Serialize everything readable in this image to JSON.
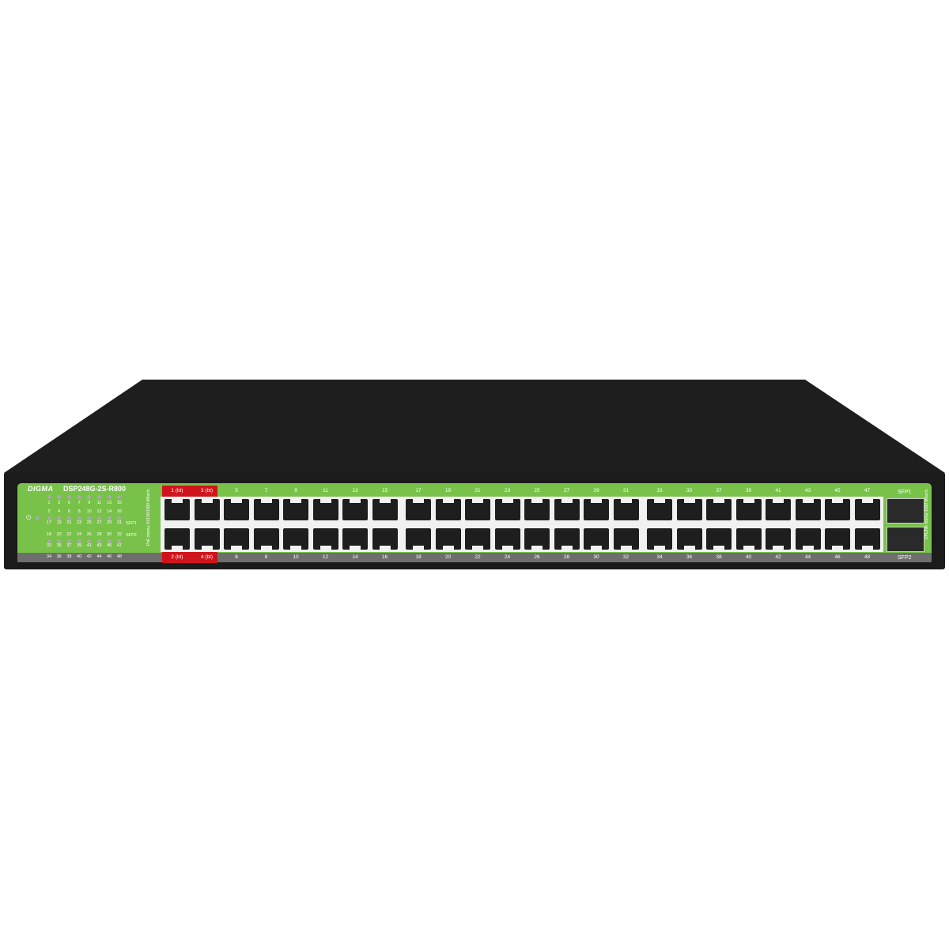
{
  "device": {
    "brand": "DIGMA",
    "model": "DSP248G-2S-R800",
    "poe_ports_label": "PoE порты 10/100/1000 Мбит/с",
    "uplink_ports_label": "UPLINK порты 1000 Мбит/с",
    "top_labels": [
      "1 (bt)",
      "3 (bt)",
      "5",
      "7",
      "9",
      "11",
      "13",
      "15",
      "17",
      "19",
      "21",
      "23",
      "25",
      "27",
      "29",
      "31",
      "33",
      "35",
      "37",
      "39",
      "41",
      "43",
      "45",
      "47"
    ],
    "bottom_labels": [
      "2 (bt)",
      "4 (bt)",
      "6",
      "8",
      "10",
      "12",
      "14",
      "16",
      "18",
      "20",
      "22",
      "24",
      "26",
      "28",
      "30",
      "32",
      "34",
      "36",
      "38",
      "40",
      "42",
      "44",
      "46",
      "48"
    ],
    "sfp_labels": [
      "SFP1",
      "SFP2"
    ],
    "led_rows": [
      [
        "1",
        "3",
        "5",
        "7",
        "9",
        "11",
        "13",
        "15"
      ],
      [
        "2",
        "4",
        "6",
        "8",
        "10",
        "12",
        "14",
        "16"
      ],
      [
        "17",
        "19",
        "21",
        "23",
        "25",
        "27",
        "29",
        "31"
      ],
      [
        "18",
        "20",
        "22",
        "24",
        "26",
        "28",
        "30",
        "32"
      ],
      [
        "33",
        "35",
        "37",
        "39",
        "41",
        "43",
        "45",
        "47"
      ],
      [
        "34",
        "36",
        "38",
        "40",
        "42",
        "44",
        "46",
        "48"
      ]
    ],
    "led_sfp_labels": [
      "SFP1",
      "SFP2"
    ],
    "colors": {
      "plate": "#78c24a",
      "body": "#1b1b1b",
      "poe_bt": "#d0141c"
    }
  }
}
